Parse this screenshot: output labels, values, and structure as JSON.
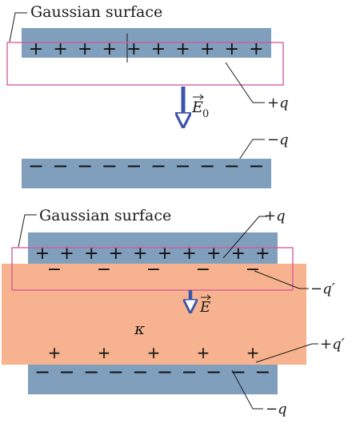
{
  "colors": {
    "plate": "#7f9fbd",
    "dielectric": "#f7b38f",
    "gaussian_outline": "#d6559a",
    "arrow": "#3d55a8",
    "text": "#1a1a1a"
  },
  "top_panel": {
    "gaussian_label": "Gaussian surface",
    "field_label": "E",
    "field_subscript": "0",
    "top_plate_charge_label": "+q",
    "bottom_plate_charge_label": "−q",
    "top_plate_signs": [
      "+",
      "+",
      "+",
      "+",
      "+",
      "+",
      "+",
      "+",
      "+",
      "+"
    ],
    "bottom_plate_signs": [
      "−",
      "−",
      "−",
      "−",
      "−",
      "−",
      "−",
      "−",
      "−",
      "−"
    ]
  },
  "bottom_panel": {
    "gaussian_label": "Gaussian surface",
    "field_label": "E",
    "dielectric_symbol": "κ",
    "top_plate_charge_label": "+q",
    "top_induced_label": "−q′",
    "bottom_induced_label": "+q′",
    "bottom_plate_charge_label": "−q",
    "top_plate_signs": [
      "+",
      "+",
      "+",
      "+",
      "+",
      "+",
      "+",
      "+",
      "+",
      "+"
    ],
    "dielectric_top_signs": [
      "−",
      "−",
      "−",
      "−",
      "−"
    ],
    "dielectric_bottom_signs": [
      "+",
      "+",
      "+",
      "+",
      "+"
    ],
    "bottom_plate_signs": [
      "−",
      "−",
      "−",
      "−",
      "−",
      "−",
      "−",
      "−",
      "−",
      "−"
    ]
  }
}
